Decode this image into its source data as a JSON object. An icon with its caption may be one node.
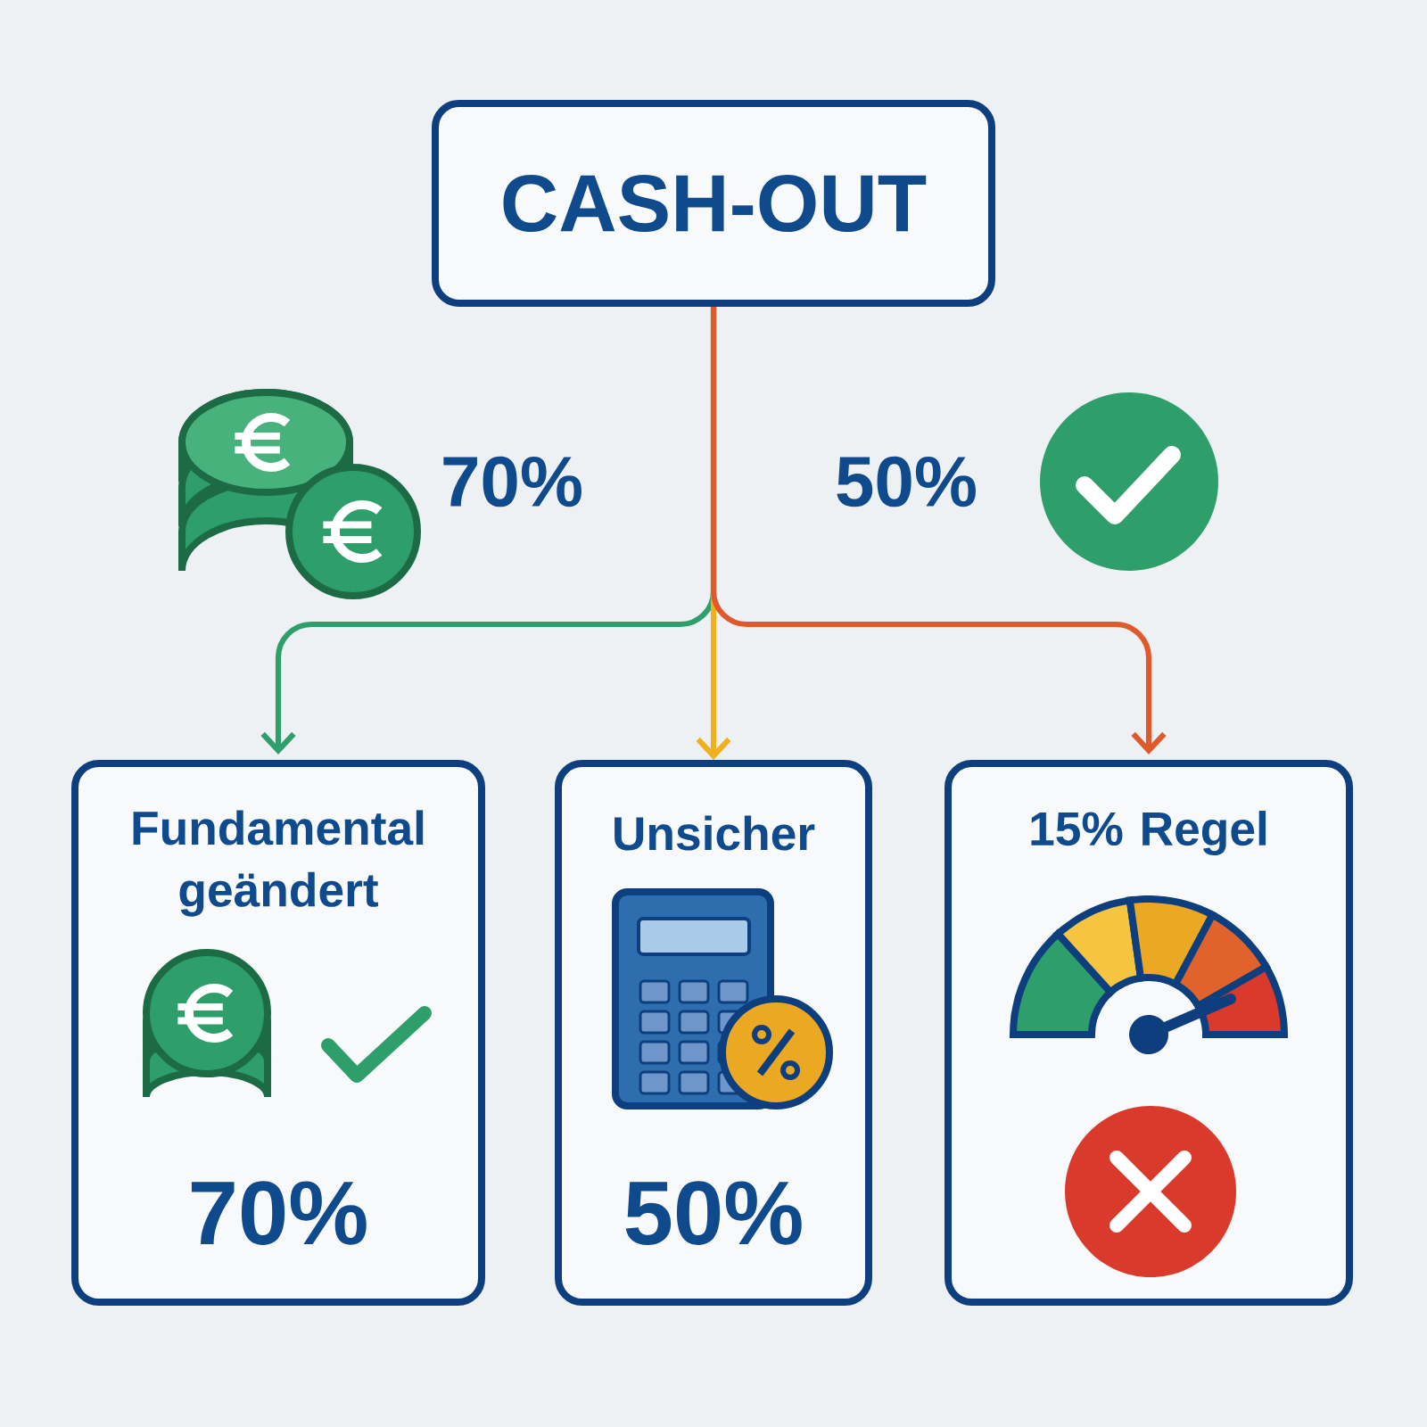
{
  "diagram": {
    "nodes": [
      {
        "text": [
          "CASH-OUT"
        ]
      },
      {
        "text": [
          "Fundamental geändert",
          "70%"
        ]
      },
      {
        "text": [
          "Unsicher",
          "50%"
        ]
      },
      {
        "text": [
          "15% Regel"
        ]
      }
    ],
    "edges": [
      {
        "from": 0,
        "to": 1,
        "arrow": "to",
        "color": "#2e9e6a"
      },
      {
        "from": 0,
        "to": 2,
        "arrow": "to",
        "color": "#f0b01e"
      },
      {
        "from": 0,
        "to": 3,
        "arrow": "to",
        "color": "#e0592c"
      }
    ],
    "labels": [
      "70%",
      "50%"
    ]
  }
}
